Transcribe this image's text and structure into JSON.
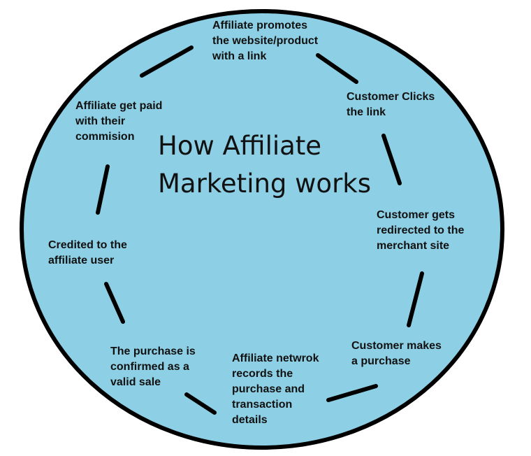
{
  "title_lines": [
    "How Affiliate",
    "Marketing works"
  ],
  "steps": [
    {
      "lines": [
        "Affiliate promotes",
        "the website/product",
        "with a link"
      ]
    },
    {
      "lines": [
        "Customer Clicks",
        "the link"
      ]
    },
    {
      "lines": [
        "Customer gets",
        "redirected to the",
        "merchant site"
      ]
    },
    {
      "lines": [
        "Customer makes",
        "a purchase"
      ]
    },
    {
      "lines": [
        "Affiliate netwrok",
        "records the",
        "purchase and",
        "transaction",
        "details"
      ]
    },
    {
      "lines": [
        "The purchase is",
        "confirmed as a",
        "valid sale"
      ]
    },
    {
      "lines": [
        "Credited to the",
        "affiliate user"
      ]
    },
    {
      "lines": [
        "Affiliate get paid",
        "with their",
        "commision"
      ]
    }
  ],
  "colors": {
    "circle_fill": "#8dcfe4",
    "circle_stroke": "#000000",
    "connector": "#000000",
    "text": "#111111"
  }
}
